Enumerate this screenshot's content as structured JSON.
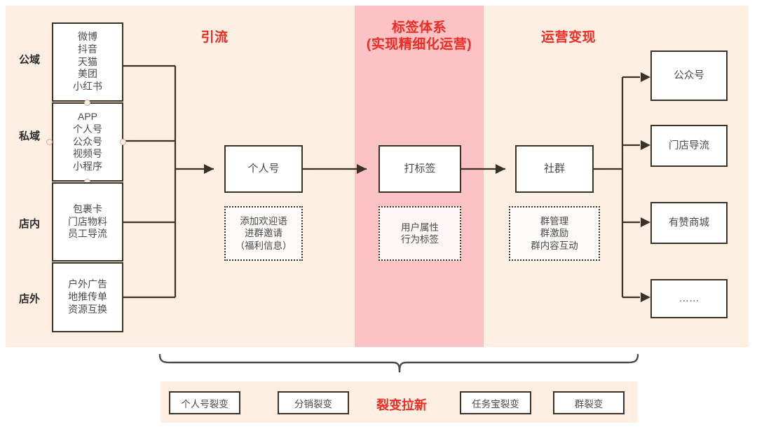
{
  "colors": {
    "canvas_bg": "#FDEFE2",
    "highlight_band": "#FBC3C4",
    "accent_red": "#EE2B24",
    "box_border": "#3A3226",
    "handle": "#E8A0A4"
  },
  "sections": [
    {
      "id": "drainage",
      "title": "引流"
    },
    {
      "id": "tag-system",
      "title": "标签体系\n(实现精细化运营)"
    },
    {
      "id": "monetize",
      "title": "运营变现"
    }
  ],
  "channels": {
    "rows": [
      {
        "label": "公域",
        "items": "微博\n抖音\n天猫\n美团\n小红书"
      },
      {
        "label": "私域",
        "items": "APP\n个人号\n公众号\n视频号\n小程序",
        "selected": true
      },
      {
        "label": "店内",
        "items": "包裹卡\n门店物料\n员工导流"
      },
      {
        "label": "店外",
        "items": "户外广告\n地推传单\n资源互换"
      }
    ]
  },
  "flow": {
    "steps": [
      {
        "id": "personal-account",
        "title": "个人号",
        "note": "添加欢迎语\n进群邀请\n（福利信息）"
      },
      {
        "id": "tagging",
        "title": "打标签",
        "note": "用户属性\n行为标签"
      },
      {
        "id": "community",
        "title": "社群",
        "note": "群管理\n群激励\n群内容互动"
      }
    ]
  },
  "outcomes": [
    {
      "label": "公众号"
    },
    {
      "label": "门店导流"
    },
    {
      "label": "有赞商城"
    },
    {
      "label": "……"
    }
  ],
  "fission": {
    "title": "裂变拉新",
    "left_items": [
      {
        "label": "个人号裂变"
      },
      {
        "label": "分销裂变"
      }
    ],
    "right_items": [
      {
        "label": "任务宝裂变"
      },
      {
        "label": "群裂变"
      }
    ]
  }
}
